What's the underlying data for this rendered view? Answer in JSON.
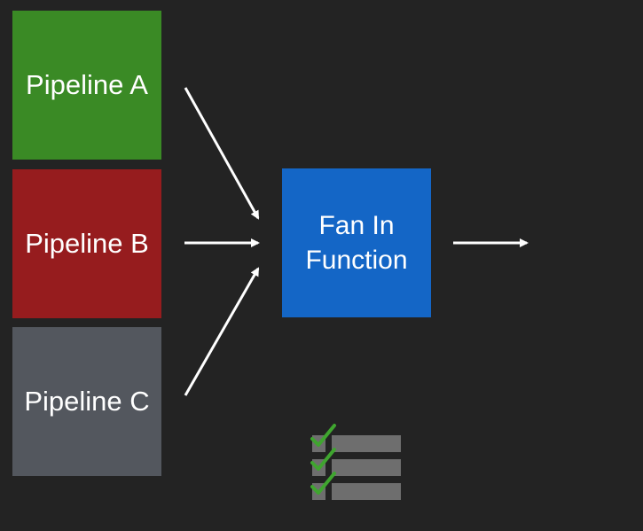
{
  "nodes": {
    "pipeline_a": {
      "label": "Pipeline A",
      "color": "#3a8a25"
    },
    "pipeline_b": {
      "label": "Pipeline B",
      "color": "#961c1e"
    },
    "pipeline_c": {
      "label": "Pipeline C",
      "color": "#53575e"
    },
    "fan_in": {
      "line1": "Fan In",
      "line2": "Function",
      "color": "#1466c6"
    }
  },
  "edges": [
    {
      "from": "pipeline_a",
      "to": "fan_in"
    },
    {
      "from": "pipeline_b",
      "to": "fan_in"
    },
    {
      "from": "pipeline_c",
      "to": "fan_in"
    },
    {
      "from": "fan_in",
      "to": "output"
    }
  ],
  "checklist": {
    "icon": "checklist-icon",
    "items": 3,
    "checked": [
      true,
      true,
      true
    ],
    "check_color": "#3fa52f",
    "bar_color": "#6e6e6e"
  }
}
